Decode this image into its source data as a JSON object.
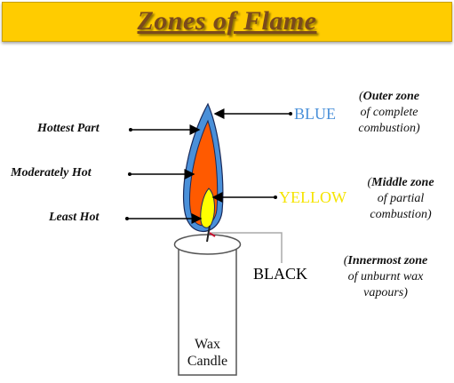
{
  "title": "Zones of Flame",
  "left_labels": {
    "hottest": "Hottest Part",
    "moderate": "Moderately Hot",
    "least": "Least Hot"
  },
  "zones": {
    "outer": {
      "name": "BLUE",
      "color": "#4a90d9",
      "desc_bold": "Outer zone",
      "desc_line2": "of complete",
      "desc_line3": "combustion)"
    },
    "middle": {
      "name": "YELLOW",
      "color": "#f5e400",
      "desc_bold": "Middle zone",
      "desc_line2": "of partial",
      "desc_line3": "combustion)"
    },
    "inner": {
      "name": "BLACK",
      "color": "#000000",
      "desc_bold": "Innermost zone",
      "desc_line2": "of unburnt wax",
      "desc_line3": "vapours)"
    }
  },
  "candle": {
    "line1": "Wax",
    "line2": "Candle"
  },
  "colors": {
    "flame_outer": "#4a90d9",
    "flame_middle": "#ff5a00",
    "flame_inner": "#ffff00",
    "title_bg": "#ffcc00"
  }
}
